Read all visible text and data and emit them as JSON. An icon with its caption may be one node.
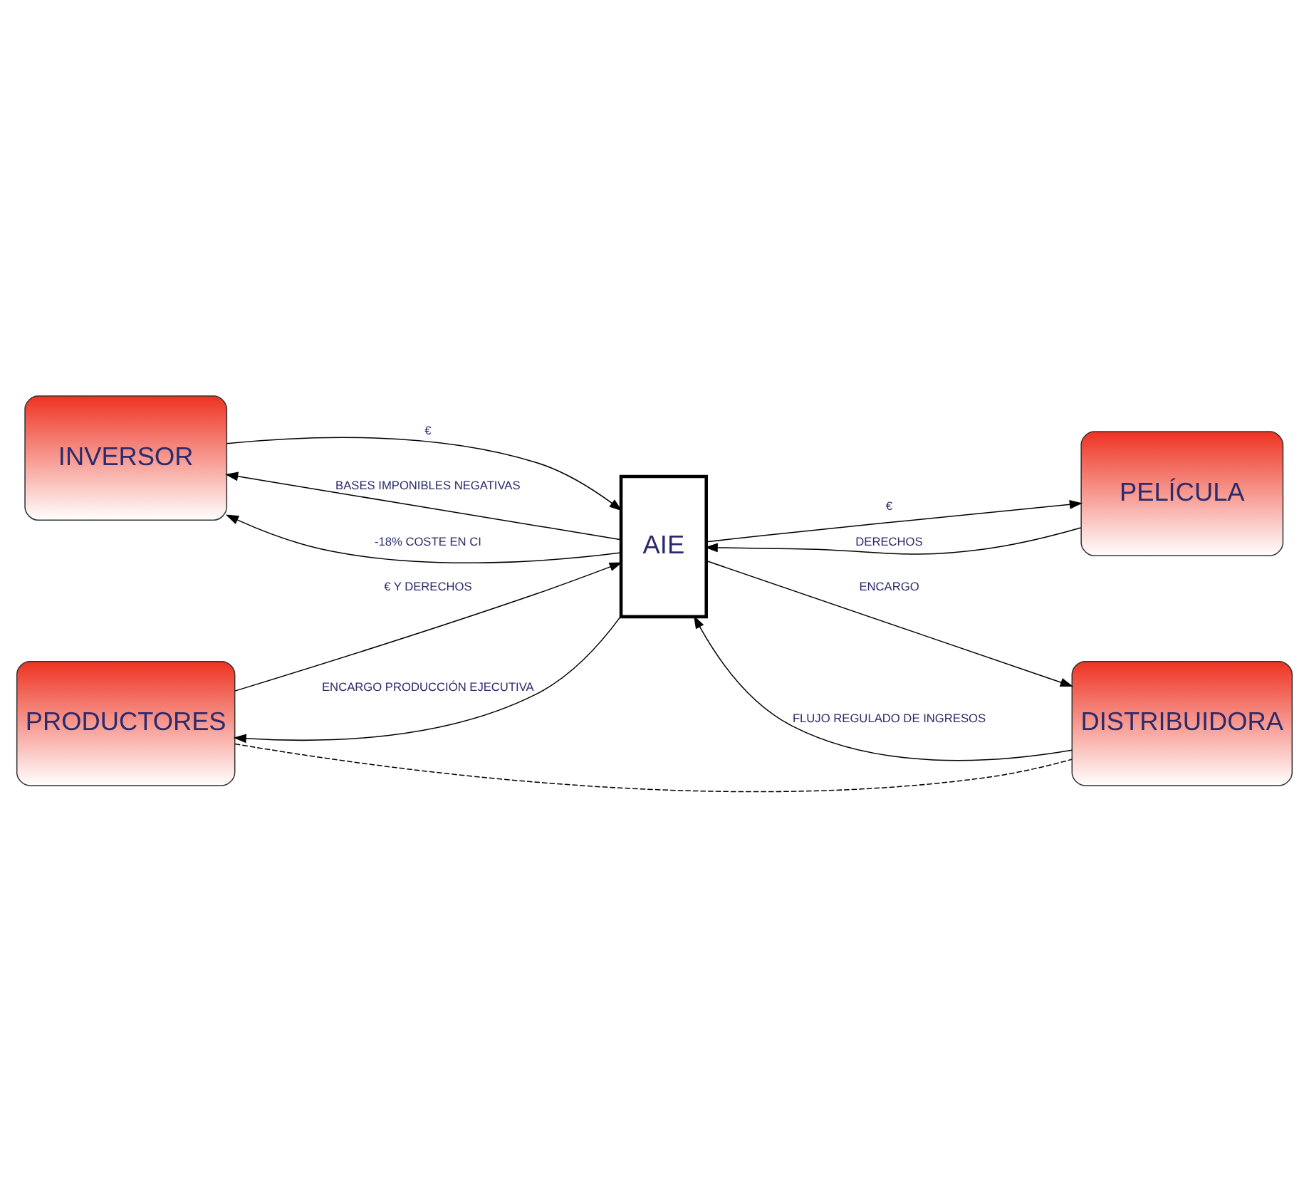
{
  "diagram": {
    "nodes": [
      {
        "text": [
          "INVERSOR"
        ]
      },
      {
        "text": [
          "PELÍCULA"
        ]
      },
      {
        "text": [
          "AIE"
        ]
      },
      {
        "text": [
          "PRODUCTORES"
        ]
      },
      {
        "text": [
          "DISTRIBUIDORA"
        ]
      }
    ],
    "edges": [
      {
        "from": 2,
        "to": 0,
        "arrow": "to",
        "label": "BASES IMPONIBLES NEGATIVAS"
      },
      {
        "from": 2,
        "to": 0,
        "arrow": "to",
        "label": "-18% COSTE EN CI"
      },
      {
        "from": 1,
        "to": 2,
        "arrow": "to",
        "label": "DERECHOS"
      },
      {
        "from": 2,
        "to": 1,
        "arrow": "to",
        "label": "€"
      },
      {
        "from": 0,
        "to": 2,
        "arrow": "to",
        "label": "€"
      },
      {
        "from": 3,
        "to": 2,
        "arrow": "to",
        "label": "€ Y DERECHOS"
      },
      {
        "from": 4,
        "to": 2,
        "arrow": "to",
        "label": "FLUJO REGULADO DE INGRESOS"
      },
      {
        "from": 2,
        "to": 4,
        "arrow": "to",
        "label": "ENCARGO"
      },
      {
        "from": 3,
        "to": 4,
        "arrow": "none",
        "style": "dashed"
      },
      {
        "from": 2,
        "to": 3,
        "arrow": "to",
        "label": "ENCARGO PRODUCCIÓN EJECUTIVA"
      }
    ]
  }
}
